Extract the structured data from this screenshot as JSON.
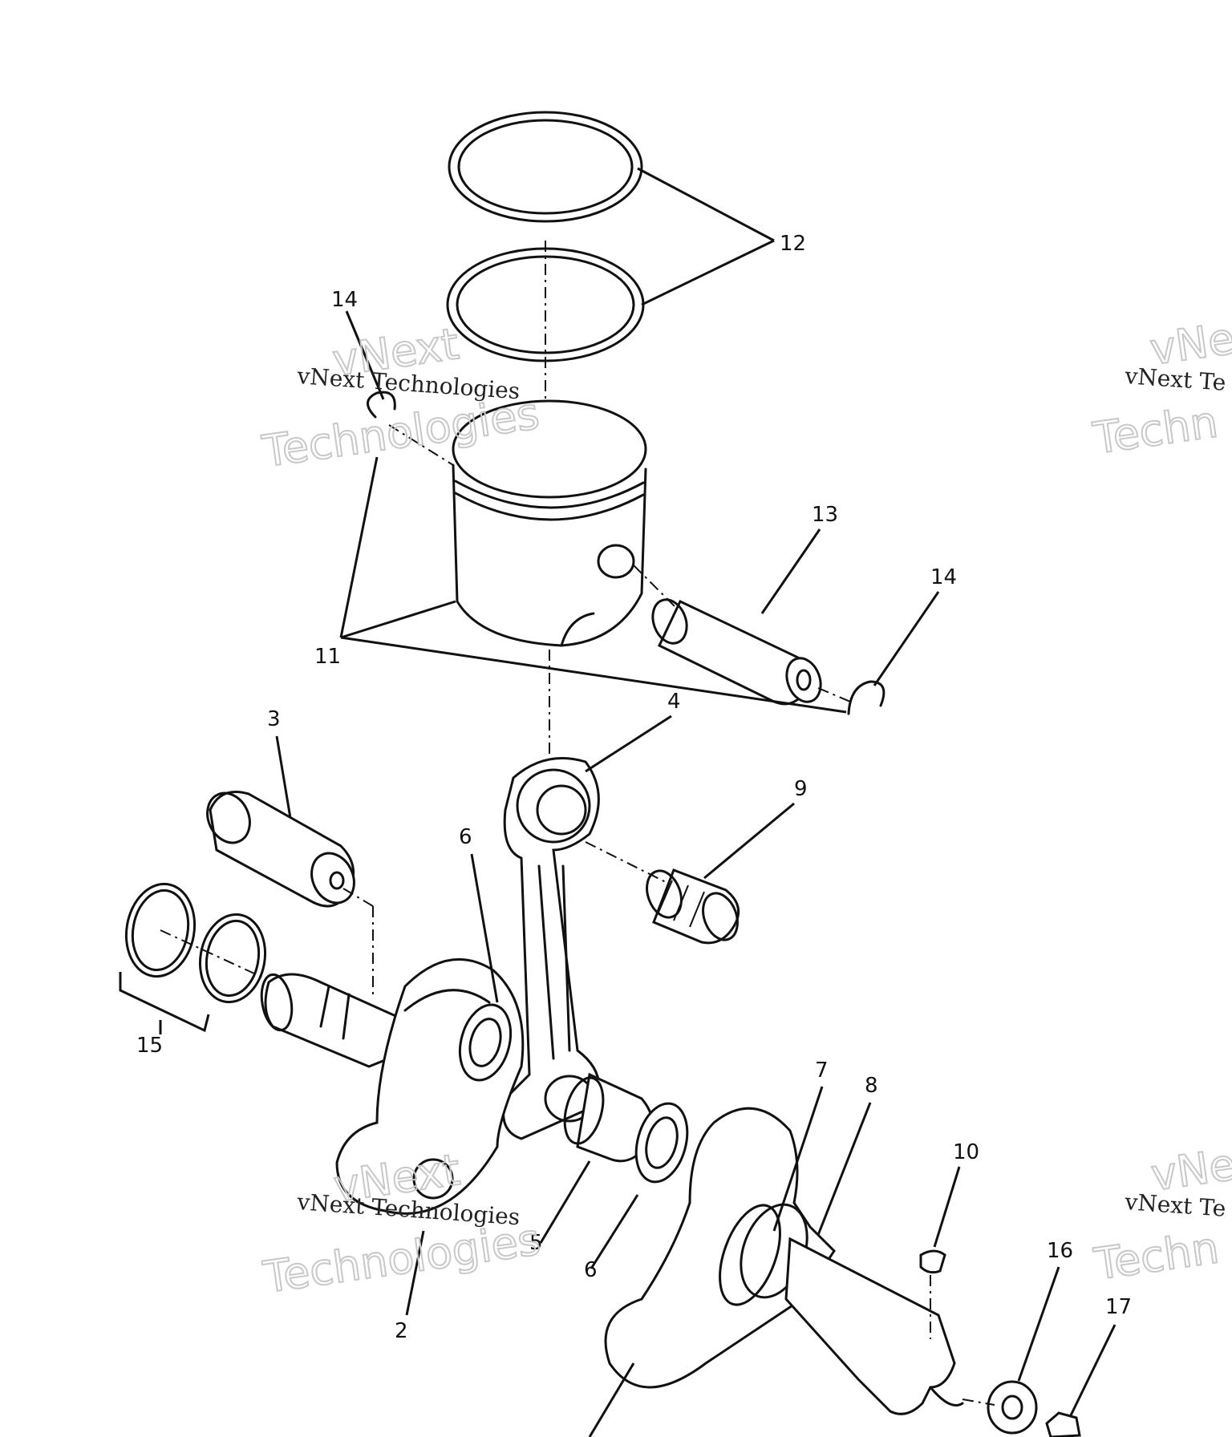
{
  "callouts": {
    "c1": "12",
    "c2": "14",
    "c3": "13",
    "c4": "14",
    "c5": "11",
    "c6": "3",
    "c7": "4",
    "c8": "9",
    "c9": "6",
    "c10": "15",
    "c11": "7",
    "c12": "8",
    "c13": "10",
    "c14": "5",
    "c15": "6",
    "c16": "2",
    "c17": "16",
    "c18": "17"
  },
  "watermark": {
    "line1": "vNext Technologies",
    "line2": "Technologies",
    "line3": "vNext",
    "right_partial": "vNext Te",
    "right_big_partial": "Techn",
    "right_top_partial": "vNe"
  }
}
